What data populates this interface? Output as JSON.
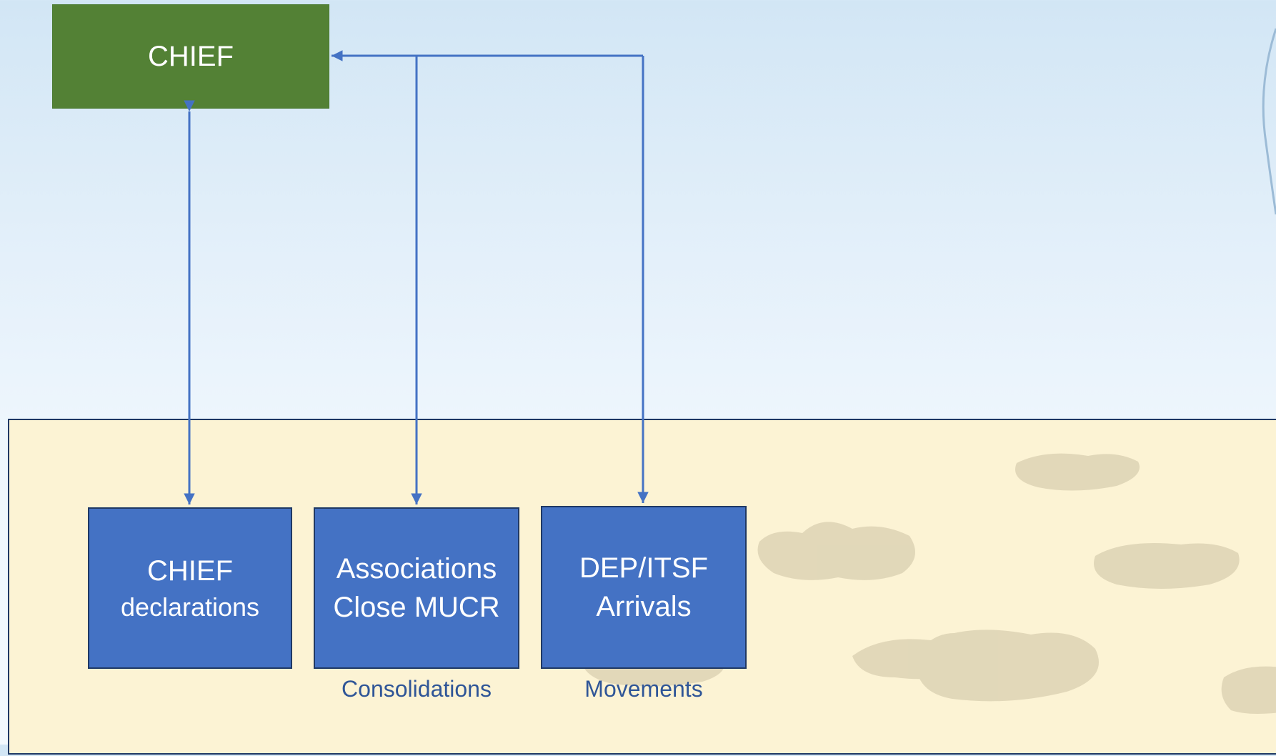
{
  "diagram": {
    "top_node": {
      "label": "CHIEF"
    },
    "bottom_nodes": [
      {
        "line1": "CHIEF",
        "line2": "declarations"
      },
      {
        "line1": "Associations",
        "line2": "Close MUCR"
      },
      {
        "line1": "DEP/ITSF",
        "line2": "Arrivals"
      }
    ],
    "captions": {
      "associations": "Consolidations",
      "dep_itsf": "Movements"
    }
  },
  "colors": {
    "green_box": "#538135",
    "blue_box": "#4472c4",
    "arrow": "#4472c4",
    "caption_text": "#2f5597",
    "panel_fill": "#fcf3d4",
    "panel_border": "#1f3864"
  }
}
